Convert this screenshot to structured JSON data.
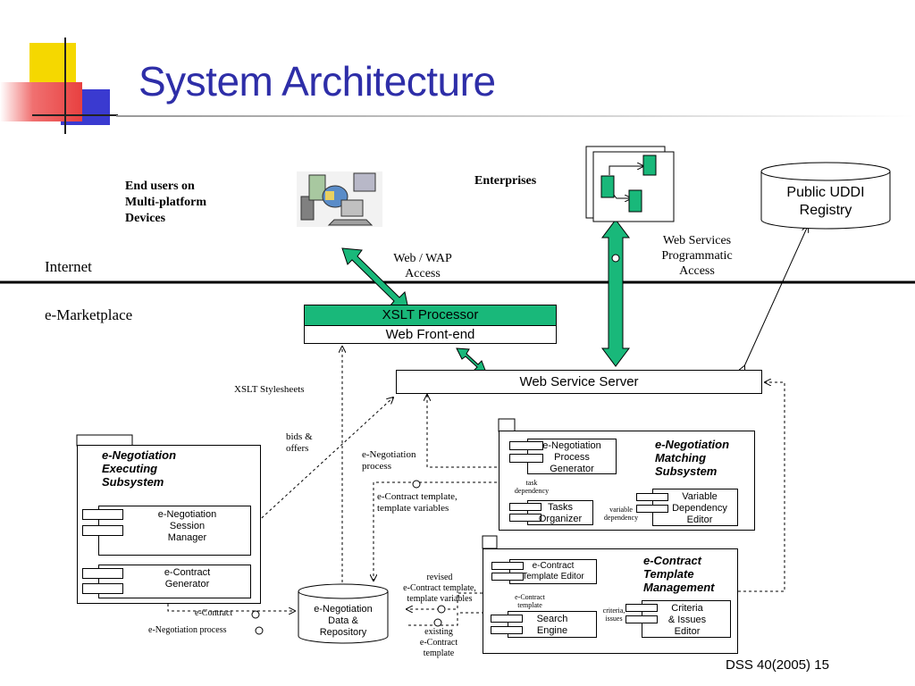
{
  "slide": {
    "title": "System Architecture",
    "footer": "DSS 40(2005) 15"
  },
  "colors": {
    "title": "#2e2ea8",
    "accent_green": "#19b87a",
    "deco_yellow": "#f5d800",
    "deco_red": "#e84040",
    "deco_blue": "#3a3ad0"
  },
  "zones": {
    "internet": "Internet",
    "emarketplace": "e-Marketplace"
  },
  "actors": {
    "end_users": [
      "End users on",
      "Multi-platform",
      "Devices"
    ],
    "enterprises": "Enterprises",
    "uddi": [
      "Public UDDI",
      "Registry"
    ]
  },
  "access": {
    "web_wap": [
      "Web / WAP",
      "Access"
    ],
    "web_services": [
      "Web Services",
      "Programmatic",
      "Access"
    ]
  },
  "frontend": {
    "xslt_processor": "XSLT Processor",
    "web_front_end": "Web Front-end",
    "xslt_stylesheets": "XSLT Stylesheets"
  },
  "server": {
    "web_service_server": "Web Service Server"
  },
  "executing": {
    "title": [
      "e-Negotiation",
      "Executing",
      "Subsystem"
    ],
    "session_manager": [
      "e-Negotiation",
      "Session",
      "Manager"
    ],
    "contract_generator": [
      "e-Contract",
      "Generator"
    ]
  },
  "matching": {
    "title": [
      "e-Negotiation",
      "Matching",
      "Subsystem"
    ],
    "process_generator": [
      "e-Negotiation",
      "Process",
      "Generator"
    ],
    "tasks_organizer": [
      "Tasks",
      "Organizer"
    ],
    "variable_editor": [
      "Variable",
      "Dependency",
      "Editor"
    ],
    "task_dependency": [
      "task",
      "dependency"
    ],
    "variable_dependency": [
      "variable",
      "dependency"
    ]
  },
  "template_mgmt": {
    "title": [
      "e-Contract",
      "Template",
      "Management"
    ],
    "template_editor": [
      "e-Contract",
      "Template Editor"
    ],
    "search_engine": [
      "Search",
      "Engine"
    ],
    "criteria_editor": [
      "Criteria",
      "& Issues",
      "Editor"
    ],
    "econtract_template": [
      "e-Contract",
      "template"
    ],
    "criteria_issues": [
      "criteria,",
      "issues"
    ]
  },
  "repository": [
    "e-Negotiation",
    "Data &",
    "Repository"
  ],
  "flows": {
    "bids_offers": [
      "bids &",
      "offers"
    ],
    "negotiation_process": [
      "e-Negotiation",
      "process"
    ],
    "contract_template_vars": [
      "e-Contract template,",
      "template variables"
    ],
    "revised": [
      "revised",
      "e-Contract template,",
      "template variables"
    ],
    "existing": [
      "existing",
      "e-Contract",
      "template"
    ],
    "econtract": "e-Contract",
    "negotiation_process_bottom": "e-Negotiation process"
  }
}
